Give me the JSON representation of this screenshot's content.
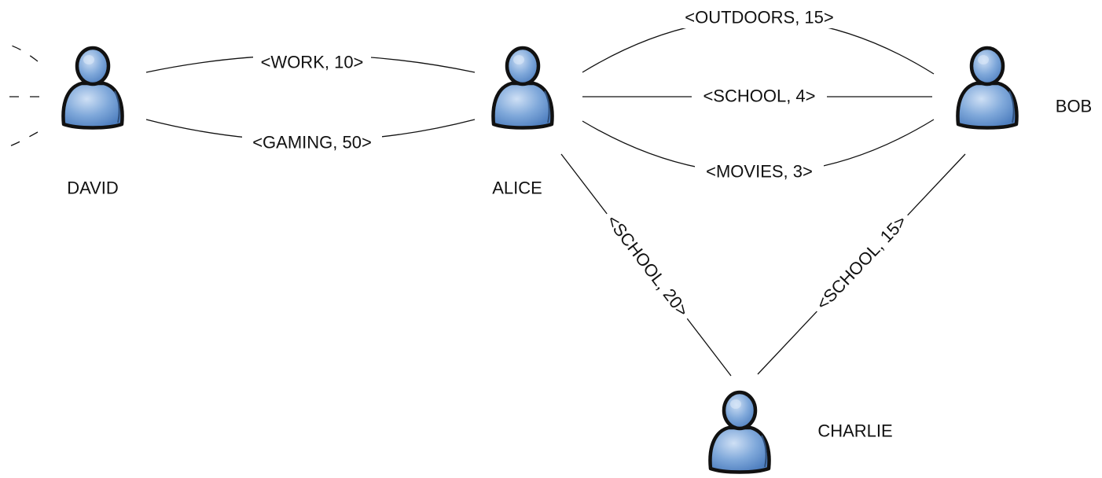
{
  "colors": {
    "person_fill": "#6a9ad1",
    "person_fill_light": "#b7d1ef",
    "person_outline": "#111111",
    "edge": "#111111",
    "text": "#111111"
  },
  "nodes": {
    "david": {
      "name": "DAVID",
      "icon": "person-icon"
    },
    "alice": {
      "name": "ALICE",
      "icon": "person-icon"
    },
    "bob": {
      "name": "BOB",
      "icon": "person-icon"
    },
    "charlie": {
      "name": "CHARLIE",
      "icon": "person-icon"
    }
  },
  "edges": {
    "david_alice_work": {
      "from": "DAVID",
      "to": "ALICE",
      "label": "<WORK, 10>"
    },
    "david_alice_gaming": {
      "from": "DAVID",
      "to": "ALICE",
      "label": "<GAMING, 50>"
    },
    "alice_bob_outdoors": {
      "from": "ALICE",
      "to": "BOB",
      "label": "<OUTDOORS, 15>"
    },
    "alice_bob_school": {
      "from": "ALICE",
      "to": "BOB",
      "label": "<SCHOOL, 4>"
    },
    "alice_bob_movies": {
      "from": "ALICE",
      "to": "BOB",
      "label": "<MOVIES, 3>"
    },
    "alice_charlie_school": {
      "from": "ALICE",
      "to": "CHARLIE",
      "label": "<SCHOOL, 20>"
    },
    "bob_charlie_school": {
      "from": "BOB",
      "to": "CHARLIE",
      "label": "<SCHOOL, 15>"
    }
  }
}
